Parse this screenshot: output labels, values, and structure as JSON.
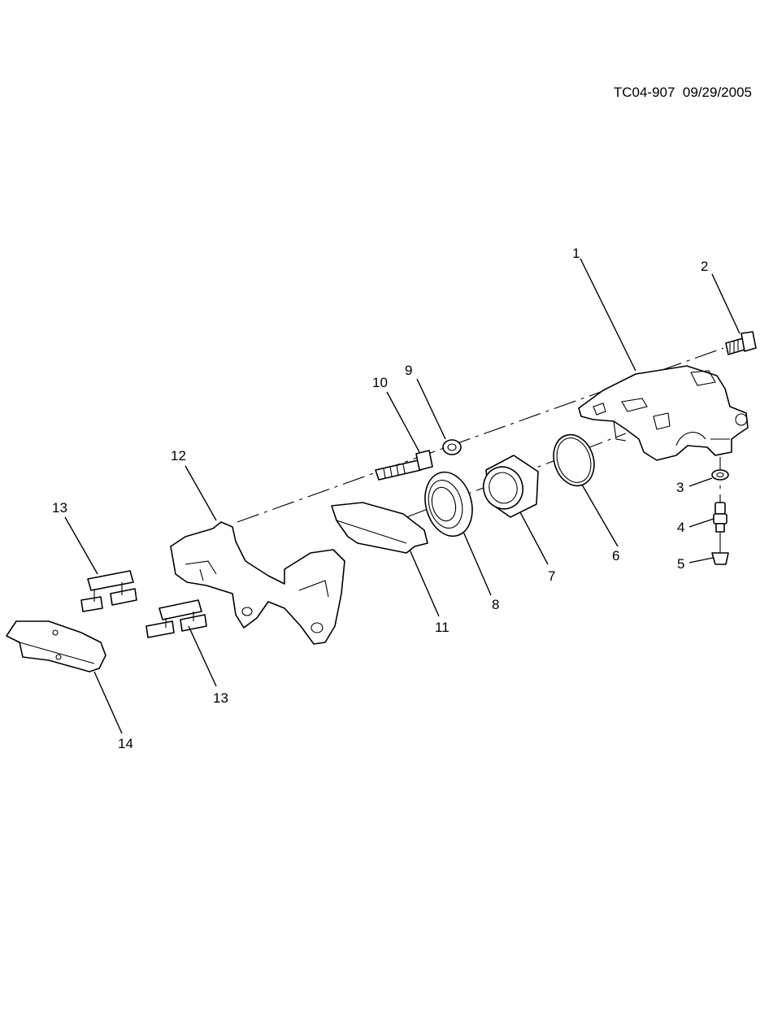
{
  "header": {
    "doc_id": "TC04-907",
    "date": "09/29/2005"
  },
  "callouts": [
    {
      "id": "1",
      "label": "1"
    },
    {
      "id": "2",
      "label": "2"
    },
    {
      "id": "3",
      "label": "3"
    },
    {
      "id": "4",
      "label": "4"
    },
    {
      "id": "5",
      "label": "5"
    },
    {
      "id": "6",
      "label": "6"
    },
    {
      "id": "7",
      "label": "7"
    },
    {
      "id": "8",
      "label": "8"
    },
    {
      "id": "9",
      "label": "9"
    },
    {
      "id": "10",
      "label": "10"
    },
    {
      "id": "11",
      "label": "11"
    },
    {
      "id": "12",
      "label": "12"
    },
    {
      "id": "13a",
      "label": "13"
    },
    {
      "id": "13b",
      "label": "13"
    },
    {
      "id": "14",
      "label": "14"
    }
  ]
}
